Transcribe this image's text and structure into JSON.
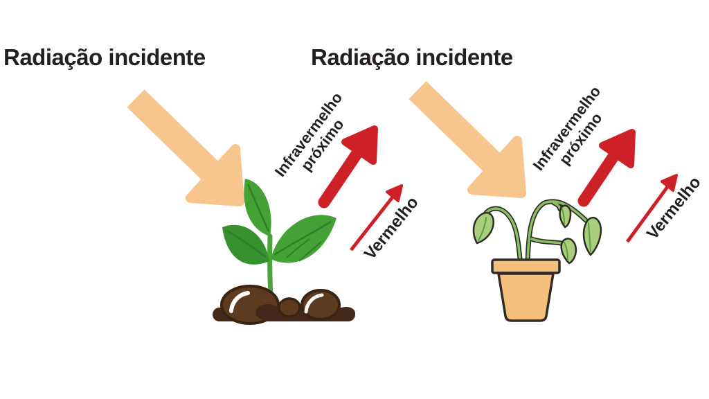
{
  "sections": [
    {
      "title": "Radiação incidente",
      "nir_label_line1": "Infravermelho",
      "nir_label_line2": "próximo",
      "red_label": "Vermelho",
      "plant_icon": "healthy-plant-in-soil"
    },
    {
      "title": "Radiação incidente",
      "nir_label_line1": "Infravermelho",
      "nir_label_line2": "próximo",
      "red_label": "Vermelho",
      "plant_icon": "wilted-plant-in-pot"
    }
  ],
  "colors": {
    "background": "#FFFFFF",
    "text": "#231F20",
    "incident_arrow": "#F6C68E",
    "reflected_arrow": "#CE2127",
    "healthy_leaf": "#44A136",
    "healthy_leaf_dark": "#37912E",
    "leaf_vein": "#2D7F28",
    "stem_green": "#4CA23C",
    "soil_base": "#44291A",
    "stone_brown": "#5C3B20",
    "stone_outline": "#3A2414",
    "highlight": "#FFFFFF",
    "pot_tan": "#F4BE7D",
    "wilted_stem": "#8CBE63",
    "wilted_leaf": "#A9CE7D",
    "wilted_vein": "#5F9B42",
    "dark_outline": "#2E2B24"
  }
}
